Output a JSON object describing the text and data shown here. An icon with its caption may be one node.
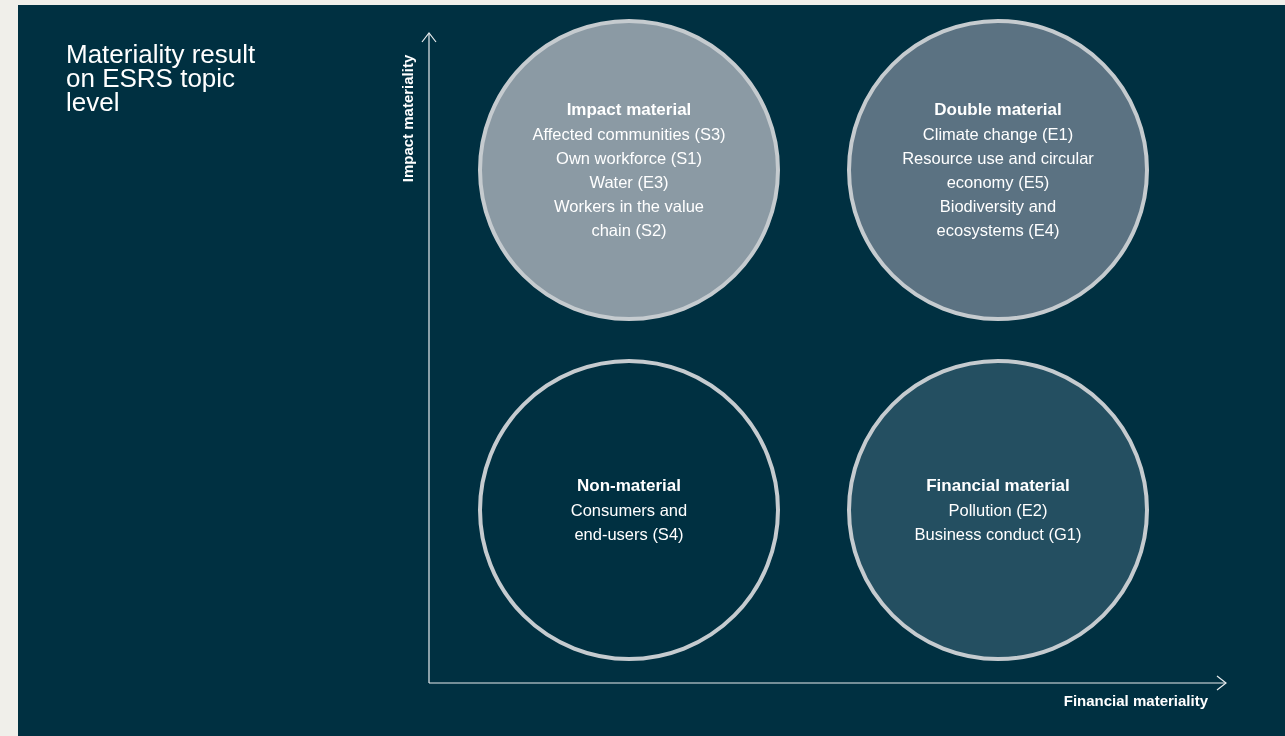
{
  "diagram": {
    "title": "Materiality result on ESRS topic level",
    "nodes": [
      {
        "text": [
          "Impact material",
          "Affected communities (S3)",
          "Own workforce (S1)",
          "Water (E3)",
          "Workers in the value chain (S2)"
        ]
      },
      {
        "text": [
          "Double material",
          "Climate change (E1)",
          "Resource use and circular economy (E5)",
          "Biodiversity and ecosystems (E4)"
        ]
      },
      {
        "text": [
          "Non-material",
          "Consumers and end-users (S4)"
        ]
      },
      {
        "text": [
          "Financial material",
          "Pollution (E2)",
          "Business conduct (G1)"
        ]
      }
    ],
    "edges": [],
    "labels": [
      "Impact materiality",
      "Financial materiality"
    ]
  }
}
